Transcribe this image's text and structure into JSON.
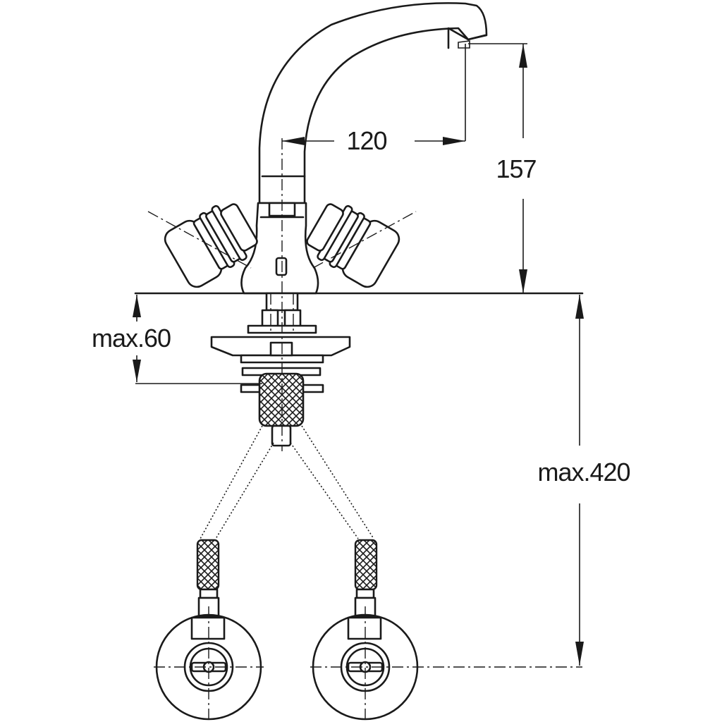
{
  "dimensions": {
    "spout_reach": "120",
    "spout_height": "157",
    "mount_thickness": "max.60",
    "hose_length": "max.420"
  }
}
